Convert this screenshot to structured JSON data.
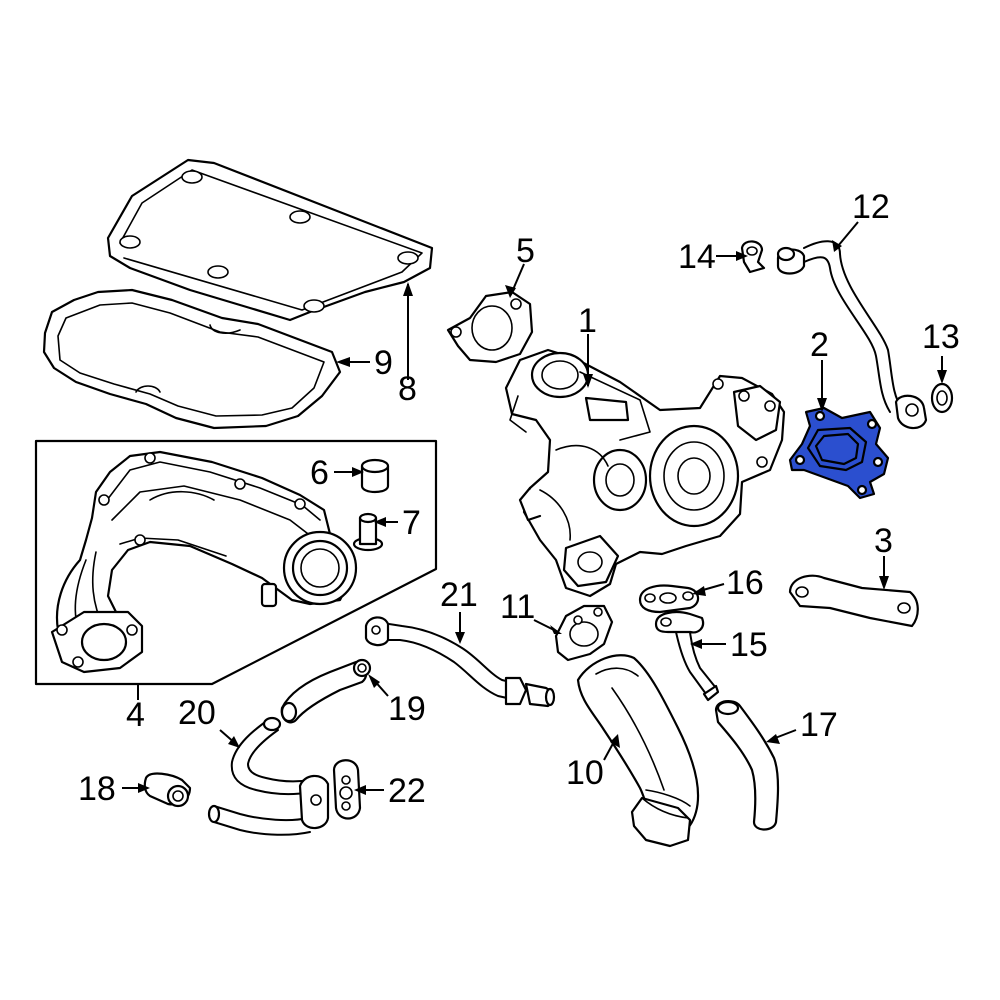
{
  "diagram": {
    "callouts": [
      {
        "id": "1",
        "label": "1"
      },
      {
        "id": "2",
        "label": "2"
      },
      {
        "id": "3",
        "label": "3"
      },
      {
        "id": "4",
        "label": "4"
      },
      {
        "id": "5",
        "label": "5"
      },
      {
        "id": "6",
        "label": "6"
      },
      {
        "id": "7",
        "label": "7"
      },
      {
        "id": "8",
        "label": "8"
      },
      {
        "id": "9",
        "label": "9"
      },
      {
        "id": "10",
        "label": "10"
      },
      {
        "id": "11",
        "label": "11"
      },
      {
        "id": "12",
        "label": "12"
      },
      {
        "id": "13",
        "label": "13"
      },
      {
        "id": "14",
        "label": "14"
      },
      {
        "id": "15",
        "label": "15"
      },
      {
        "id": "16",
        "label": "16"
      },
      {
        "id": "17",
        "label": "17"
      },
      {
        "id": "18",
        "label": "18"
      },
      {
        "id": "19",
        "label": "19"
      },
      {
        "id": "20",
        "label": "20"
      },
      {
        "id": "21",
        "label": "21"
      },
      {
        "id": "22",
        "label": "22"
      }
    ],
    "highlighted_part": "2",
    "colors": {
      "line": "#000000",
      "background": "#ffffff",
      "highlight": "#2b4fcf"
    }
  }
}
